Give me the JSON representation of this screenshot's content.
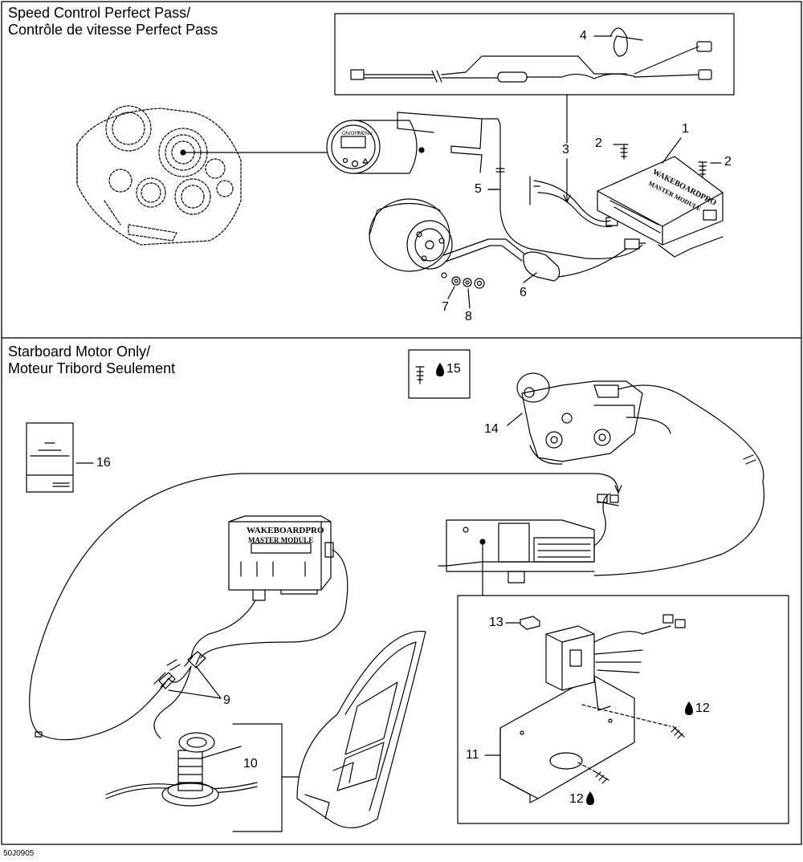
{
  "sections": {
    "top": {
      "title_line1": "Speed Control Perfect Pass/",
      "title_line2": "Contrôle de vitesse Perfect Pass"
    },
    "bottom": {
      "title_line1": "Starboard Motor Only/",
      "title_line2": "Moteur Tribord Seulement"
    }
  },
  "callouts": {
    "c1": "1",
    "c2a": "2",
    "c2b": "2",
    "c3": "3",
    "c4": "4",
    "c5": "5",
    "c6": "6",
    "c7": "7",
    "c8": "8",
    "c9": "9",
    "c10": "10",
    "c11": "11",
    "c12a": "12",
    "c12b": "12",
    "c13": "13",
    "c14": "14",
    "c15": "15",
    "c16": "16"
  },
  "module_labels": {
    "top_brand": "WAKEBOARDPRO",
    "top_model": "MASTER MODULE",
    "bottom_brand": "WAKEBOARDPRO",
    "bottom_model": "MASTER MODULE"
  },
  "gauge_labels": {
    "onoff": "ON/OFF",
    "menu": "MENU"
  },
  "figure_code": "50J0905",
  "colors": {
    "line": "#000000",
    "background": "#ffffff",
    "border": "#222222"
  },
  "icons": {
    "fluid_drop": "drop-icon"
  }
}
